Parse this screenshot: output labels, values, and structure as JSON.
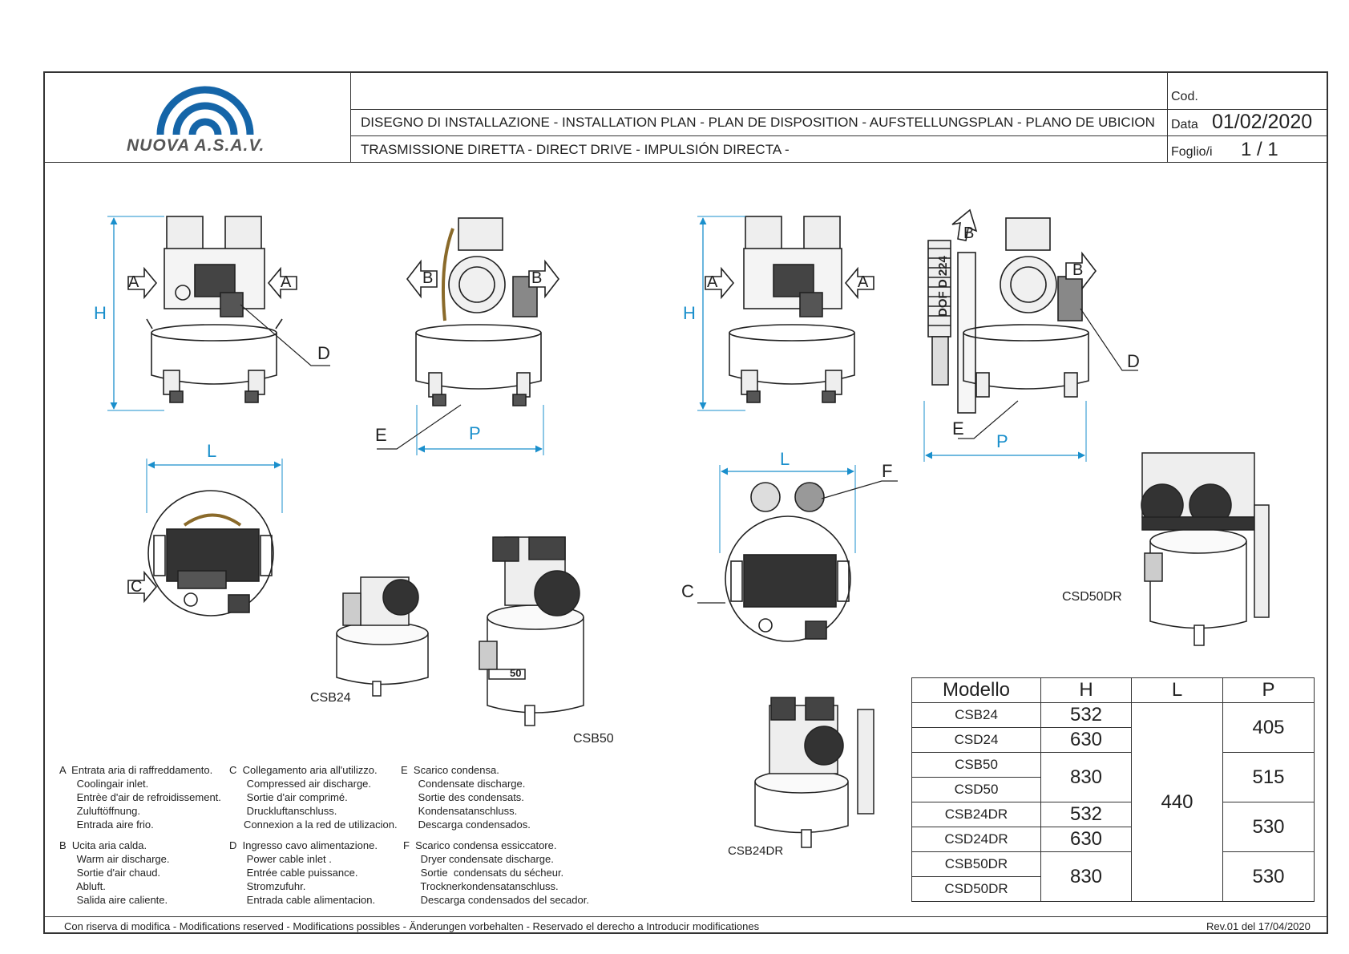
{
  "header": {
    "logo_text": "NUOVA A.S.A.V.",
    "title_line1": "DISEGNO DI INSTALLAZIONE  -  INSTALLATION PLAN  -  PLAN DE DISPOSITION  -  AUFSTELLUNGSPLAN  -  PLANO DE UBICION",
    "title_line2": "TRASMISSIONE DIRETTA  -  DIRECT DRIVE -  IMPULSIÓN DIRECTA  -",
    "cod_label": "Cod.",
    "data_label": "Data",
    "data_value": "01/02/2020",
    "foglio_label": "Foglio/i",
    "foglio_value": "1 / 1"
  },
  "dimensions": {
    "H": "H",
    "L": "L",
    "P": "P"
  },
  "callouts": {
    "A": "A",
    "B": "B",
    "C": "C",
    "D": "D",
    "E": "E",
    "F": "F"
  },
  "dryer_label": "DOF D 224",
  "tank_label": "50",
  "captions": {
    "csb24": "CSB24",
    "csb50": "CSB50",
    "csb24dr": "CSB24DR",
    "csd50dr": "CSD50DR"
  },
  "table": {
    "headers": [
      "Modello",
      "H",
      "L",
      "P"
    ],
    "rows": [
      {
        "model": "CSB24",
        "H": "532"
      },
      {
        "model": "CSD24",
        "H": "630"
      },
      {
        "model": "CSB50"
      },
      {
        "model": "CSD50"
      },
      {
        "model": "CSB24DR",
        "H": "532"
      },
      {
        "model": "CSD24DR",
        "H": "630"
      },
      {
        "model": "CSB50DR"
      },
      {
        "model": "CSD50DR"
      }
    ],
    "h_830_a": "830",
    "h_830_b": "830",
    "l_all": "440",
    "p_1": "405",
    "p_2": "515",
    "p_3": "530",
    "p_4": "530"
  },
  "legend": {
    "A": "A  Entrata aria di raffreddamento.\n      Coolingair inlet.\n      Entrèe d'air de refroidissement.\n      Zuluftöffnung.\n      Entrada aire frio.",
    "B": "B  Ucita aria calda.\n      Warm air discharge.\n      Sortie d'air chaud.\n      Abluft.\n      Salida aire caliente.",
    "C": "C  Collegamento aria all'utilizzo.\n      Compressed air discharge.\n      Sortie d'air comprimé.\n      Druckluftanschluss.\n     Connexion a la red de utilizacion.",
    "D": "D  Ingresso cavo alimentazione.\n      Power cable inlet .\n      Entrée cable puissance.\n      Stromzufuhr.\n      Entrada cable alimentacion.",
    "E": "E  Scarico condensa.\n      Condensate discharge.\n      Sortie des condensats.\n      Kondensatanschluss.\n      Descarga condensados.",
    "F": "F  Scarico condensa essiccatore.\n      Dryer condensate discharge.\n      Sortie  condensats du sécheur.\n      Trocknerkondensatanschluss.\n      Descarga condensados del secador."
  },
  "footer": {
    "disclaimer": "Con riserva di modifica - Modifications reserved - Modifications possibles - Änderungen vorbehalten - Reservado el derecho a Introducir modificationes",
    "revision": "Rev.01 del 17/04/2020"
  },
  "colors": {
    "dimension": "#1a8fcc",
    "logo": "#1565a8",
    "line": "#333333"
  }
}
